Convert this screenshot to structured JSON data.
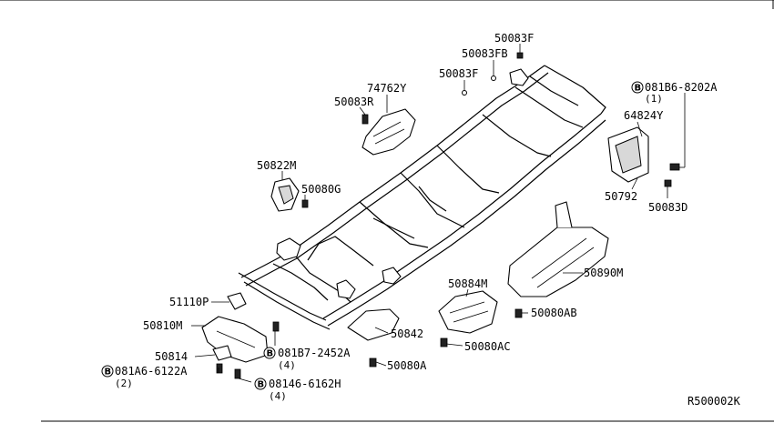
{
  "diagram": {
    "reference_code": "R500002K",
    "border_color": "#000000",
    "background": "#ffffff",
    "callouts": {
      "p50083F_top": "50083F",
      "p50083FB": "50083FB",
      "p50083F_left": "50083F",
      "p74762Y": "74762Y",
      "p50083R": "50083R",
      "p50822M": "50822M",
      "p50080G": "50080G",
      "p081B6_8202A": "081B6-8202A",
      "p081B6_8202A_qty": "(1)",
      "p64824Y": "64824Y",
      "p50792": "50792",
      "p50083D": "50083D",
      "p50890M": "50890M",
      "p50884M": "50884M",
      "p50080AB": "50080AB",
      "p51110P": "51110P",
      "p50810M": "50810M",
      "p50842": "50842",
      "p50080AC": "50080AC",
      "p50814": "50814",
      "p081B7_2452A": "081B7-2452A",
      "p081B7_2452A_qty": "(4)",
      "p50080A": "50080A",
      "p081A6_6122A": "081A6-6122A",
      "p081A6_6122A_qty": "(2)",
      "p08146_6162H": "08146-6162H",
      "p08146_6162H_qty": "(4)"
    },
    "bolt_marker": "B"
  }
}
